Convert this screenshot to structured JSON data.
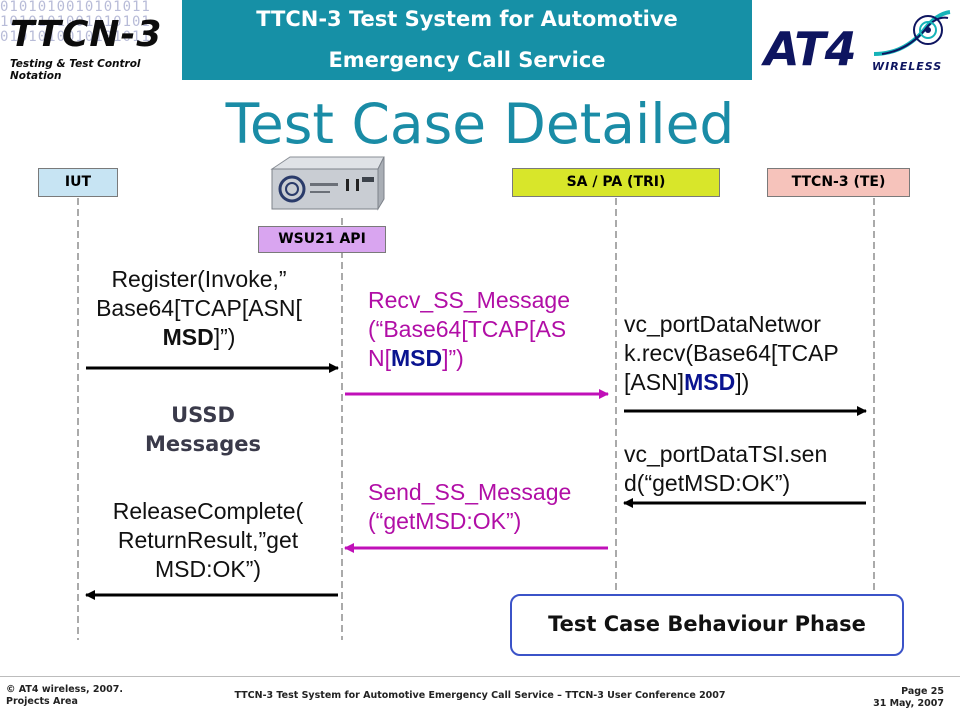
{
  "header": {
    "logo_text": "TTCN-3",
    "logo_subtitle": "Testing & Test Control Notation",
    "title_line1": "TTCN-3 Test System for Automotive",
    "title_line2": "Emergency Call Service",
    "partner_logo_text": "AT4",
    "partner_logo_sub": "WIRELESS"
  },
  "page_title": "Test Case Detailed",
  "lifelines": {
    "iut": "IUT",
    "sa_pa": "SA / PA (TRI)",
    "ttcn_te": "TTCN-3 (TE)",
    "wsu": "WSU21 API"
  },
  "messages": {
    "register": {
      "l1": "Register(Invoke,”",
      "l2": "Base64[TCAP[ASN[",
      "l3_bold": "MSD",
      "l3_tail": "]”)"
    },
    "ussd": {
      "l1": "USSD",
      "l2": "Messages"
    },
    "release": {
      "l1": "ReleaseComplete(",
      "l2": "ReturnResult,”get",
      "l3": "MSD:OK”)"
    },
    "recv": {
      "l1": "Recv_SS_Message",
      "l2": "(“Base64[TCAP[AS",
      "l3_head": "N[",
      "l3_bold": "MSD",
      "l3_tail": "]”)"
    },
    "send": {
      "l1": "Send_SS_Message",
      "l2": "(“getMSD:OK”)"
    },
    "port_network": {
      "l1": "vc_portDataNetwor",
      "l2": "k.recv(Base64[TCAP",
      "l3_head": "[ASN]",
      "l3_bold": "MSD",
      "l3_tail": "])"
    },
    "port_tsi": {
      "l1": "vc_portDataTSI.sen",
      "l2": "d(“getMSD:OK”)"
    }
  },
  "behaviour_phase": "Test Case Behaviour Phase",
  "footer": {
    "copyright": "© AT4 wireless, 2007.",
    "area": "Projects Area",
    "center": "TTCN-3 Test System for Automotive Emergency Call Service – TTCN-3 User Conference 2007",
    "page": "Page 25",
    "date": "31 May, 2007"
  },
  "colors": {
    "header_band": "#1690a6",
    "title": "#1a8ca6",
    "magenta_arrow": "#c010b8",
    "black_arrow": "#000000",
    "box_border": "#3b53c8"
  },
  "icons": {
    "device": "wsu21-device-image",
    "arrow": "arrowhead"
  }
}
